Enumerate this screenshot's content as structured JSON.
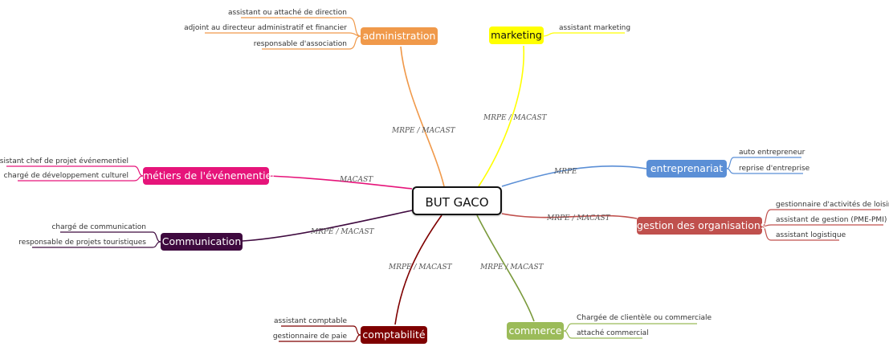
{
  "central": "BUT GACO",
  "colors": {
    "administration": "#f0994a",
    "marketing": "#ffff00",
    "entreprenariat": "#5b8fd6",
    "gestion": "#c0504d",
    "commerce": "#9bbb59",
    "comptabilite": "#7f0000",
    "communication": "#3f0a3f",
    "evenementiel": "#e6147a"
  },
  "branches": {
    "administration": {
      "label": "administration",
      "edge": "MRPE / MACAST",
      "leaves": [
        "assistant ou attaché de direction",
        "adjoint au directeur administratif et financier",
        "responsable d'association"
      ]
    },
    "marketing": {
      "label": "marketing",
      "edge": "MRPE / MACAST",
      "leaves": [
        "assistant marketing"
      ]
    },
    "entreprenariat": {
      "label": "entreprenariat",
      "edge": "MRPE",
      "leaves": [
        "auto entrepreneur",
        "reprise d'entreprise"
      ]
    },
    "gestion": {
      "label": "gestion des organisations",
      "edge": "MRPE / MACAST",
      "leaves": [
        "gestionnaire d'activités de loisirs",
        "assistant de gestion (PME-PMI)",
        "assistant logistique"
      ]
    },
    "commerce": {
      "label": "commerce",
      "edge": "MRPE / MACAST",
      "leaves": [
        "Chargée de clientèle ou commerciale",
        "attaché commercial"
      ]
    },
    "comptabilite": {
      "label": "comptabilité",
      "edge": "MRPE / MACAST",
      "leaves": [
        "assistant comptable",
        "gestionnaire de paie"
      ]
    },
    "communication": {
      "label": "Communication",
      "edge": "MRPE / MACAST",
      "leaves": [
        "chargé de communication",
        "responsable de projets touristiques"
      ]
    },
    "evenementiel": {
      "label": "métiers de l'événementiel",
      "edge": "MACAST",
      "leaves": [
        "assistant chef de projet événementiel",
        "chargé de développement culturel"
      ]
    }
  }
}
